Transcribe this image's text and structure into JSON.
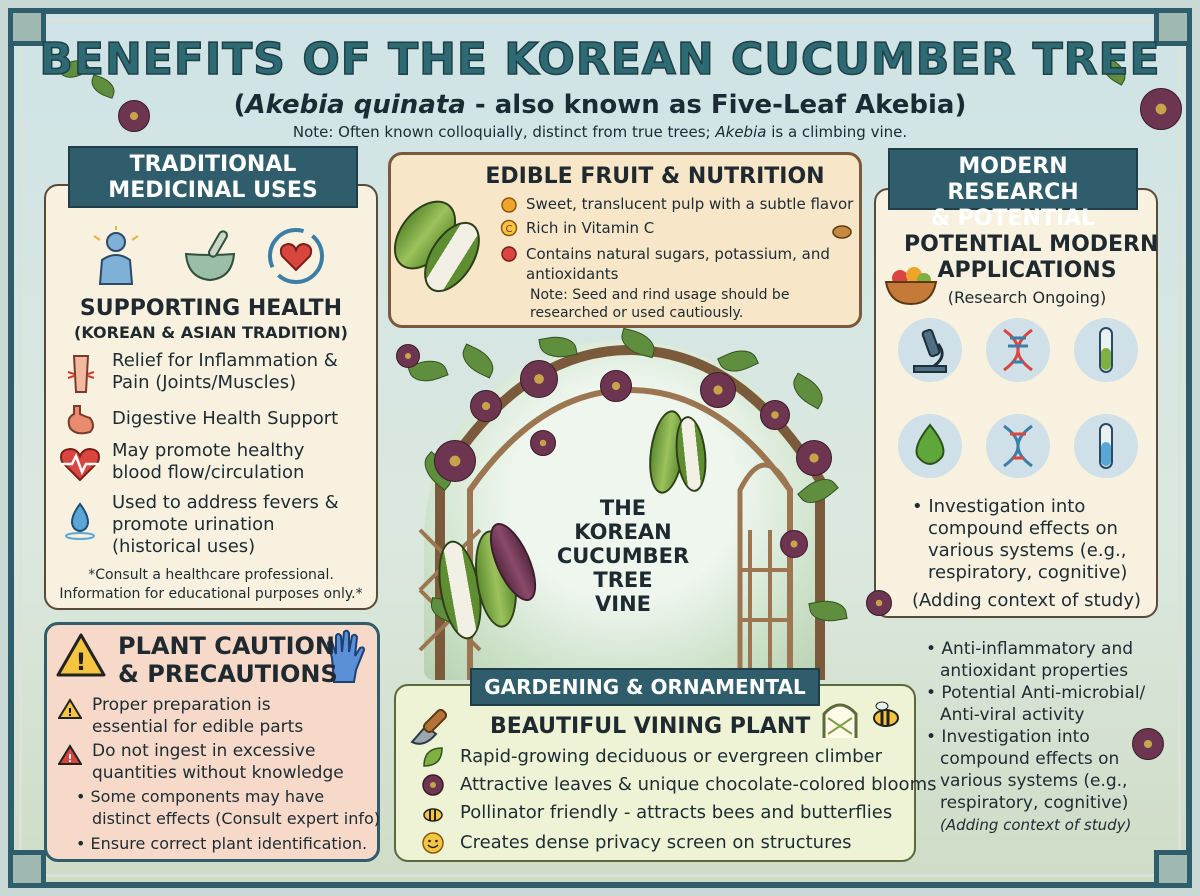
{
  "header": {
    "title": "BENEFITS OF THE KOREAN CUCUMBER TREE",
    "subtitle_open": "(",
    "subtitle_italic": "Akebia quinata",
    "subtitle_rest": " - also known as Five-Leaf Akebia)",
    "note_pre": "Note: Often known colloquially, distinct from true trees; ",
    "note_italic": "Akebia",
    "note_post": " is a climbing vine."
  },
  "medicinal": {
    "ribbon_line1": "TRADITIONAL",
    "ribbon_line2": "MEDICINAL USES",
    "heading": "SUPPORTING HEALTH",
    "subheading": "(KOREAN & ASIAN TRADITION)",
    "items": [
      {
        "icon": "joint-pain-icon",
        "line1": "Relief for Inflammation &",
        "line2": "Pain (Joints/Muscles)",
        "line3": ""
      },
      {
        "icon": "stomach-icon",
        "line1": "Digestive Health Support",
        "line2": "",
        "line3": ""
      },
      {
        "icon": "heartbeat-icon",
        "line1": "May promote healthy",
        "line2": "blood flow/circulation",
        "line3": ""
      },
      {
        "icon": "water-drop-icon",
        "line1": "Used to address fevers &",
        "line2": "promote urination",
        "line3": "(historical uses)"
      }
    ],
    "disclaimer1": "*Consult a healthcare professional.",
    "disclaimer2": "Information for educational purposes only.*"
  },
  "fruit": {
    "heading": "EDIBLE FRUIT & NUTRITION",
    "items": [
      {
        "icon": "orange-icon",
        "text": "Sweet, translucent pulp with a subtle flavor"
      },
      {
        "icon": "vitamin-c-icon",
        "text": "Rich in Vitamin C"
      },
      {
        "icon": "apple-icon",
        "text": "Contains natural sugars, potassium, and"
      },
      {
        "icon": "",
        "text": "antioxidants"
      }
    ],
    "note1": "Note: Seed and rind usage should be",
    "note2": "researched or used cautiously."
  },
  "research": {
    "ribbon_line1": "MODERN RESEARCH",
    "ribbon_line2": "& POTENTIAL",
    "heading1": "POTENTIAL MODERN",
    "heading2": "APPLICATIONS",
    "subheading": "(Research Ongoing)",
    "bullet1": "• Investigation into",
    "bullet2": "compound effects on",
    "bullet3": "various systems (e.g.,",
    "bullet4": "respiratory, cognitive)",
    "bullet5": "(Adding context of study)"
  },
  "research_extra": {
    "lines": [
      "• Anti-inflammatory and",
      "antioxidant properties",
      "• Potential Anti-microbial/",
      "Anti-viral activity",
      "• Investigation into",
      "compound effects on",
      "various systems (e.g.,",
      "respiratory, cognitive)"
    ],
    "italic": "(Adding context of study)"
  },
  "center": {
    "line1": "THE",
    "line2": "KOREAN",
    "line3": "CUCUMBER",
    "line4": "TREE",
    "line5": "VINE"
  },
  "caution": {
    "heading1": "PLANT CAUTION",
    "heading2": "& PRECAUTIONS",
    "items": [
      {
        "l1": "Proper preparation is",
        "l2": "essential for edible parts"
      },
      {
        "l1": "Do not ingest in excessive",
        "l2": "quantities without knowledge"
      },
      {
        "l1": "• Some components may have",
        "l2": "distinct effects (Consult expert info)"
      },
      {
        "l1": "• Ensure correct plant identification.",
        "l2": ""
      }
    ]
  },
  "garden": {
    "ribbon": "GARDENING & ORNAMENTAL",
    "heading": "BEAUTIFUL VINING PLANT",
    "items": [
      "Rapid-growing deciduous or evergreen climber",
      "Attractive leaves & unique chocolate-colored blooms",
      "Pollinator friendly - attracts bees and butterflies",
      "Creates dense privacy screen on structures"
    ]
  },
  "colors": {
    "teal": "#2f5d6b",
    "panel_cream": "#f8f1df",
    "panel_pink": "#f6d9c8",
    "panel_green": "#eef3d6",
    "flower_purple": "#6e3550"
  }
}
